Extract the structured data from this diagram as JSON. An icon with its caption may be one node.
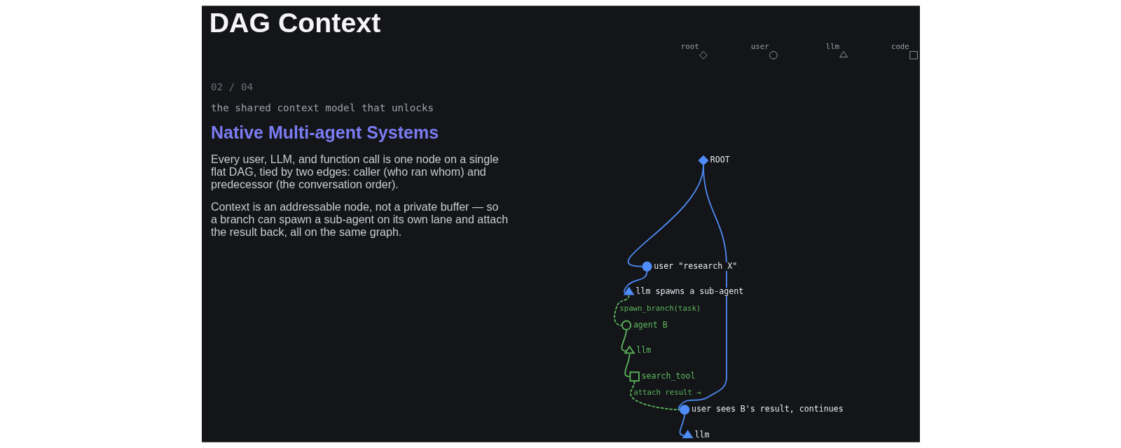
{
  "diagram": {
    "title": "DAG Context",
    "nodes": [
      {
        "text": [
          "ROOT"
        ]
      },
      {
        "text": [
          "user \"research X\""
        ]
      },
      {
        "text": [
          "llm spawns a sub-agent"
        ]
      },
      {
        "text": [
          "agent B"
        ]
      },
      {
        "text": [
          "llm"
        ]
      },
      {
        "text": [
          "search_tool"
        ]
      },
      {
        "text": [
          "user sees B's result, continues"
        ]
      },
      {
        "text": [
          "llm"
        ]
      }
    ],
    "edges": [
      {
        "from": 0,
        "to": 1,
        "arrow": "none",
        "color": "#4f8cf7"
      },
      {
        "from": 1,
        "to": 2,
        "arrow": "none",
        "color": "#4f8cf7"
      },
      {
        "from": 2,
        "to": 3,
        "arrow": "none",
        "label": "spawn_branch(task)",
        "style": "dashed",
        "color": "#5cb85c"
      },
      {
        "from": 3,
        "to": 4,
        "arrow": "none",
        "color": "#5cb85c"
      },
      {
        "from": 4,
        "to": 5,
        "arrow": "none",
        "color": "#5cb85c"
      },
      {
        "from": 0,
        "to": 6,
        "arrow": "none",
        "color": "#4f8cf7"
      },
      {
        "from": 5,
        "to": 6,
        "arrow": "none",
        "label": "attach result →",
        "style": "dashed",
        "color": "#5cb85c"
      },
      {
        "from": 6,
        "to": 7,
        "arrow": "none",
        "color": "#4f8cf7"
      }
    ],
    "labels": [
      "02 / 04",
      "the shared context model that unlocks",
      "Native Multi-agent Systems",
      "Every user, LLM, and function call is one node on a single flat DAG, tied by two edges: caller (who ran whom) and predecessor (the conversation order).",
      "Context is an addressable node, not a private buffer — so a branch can spawn a sub-agent on its own lane and attach the result back, all on the same graph."
    ],
    "legend": [
      {
        "text": "root"
      },
      {
        "text": "user"
      },
      {
        "text": "llm"
      },
      {
        "text": "code"
      }
    ]
  }
}
